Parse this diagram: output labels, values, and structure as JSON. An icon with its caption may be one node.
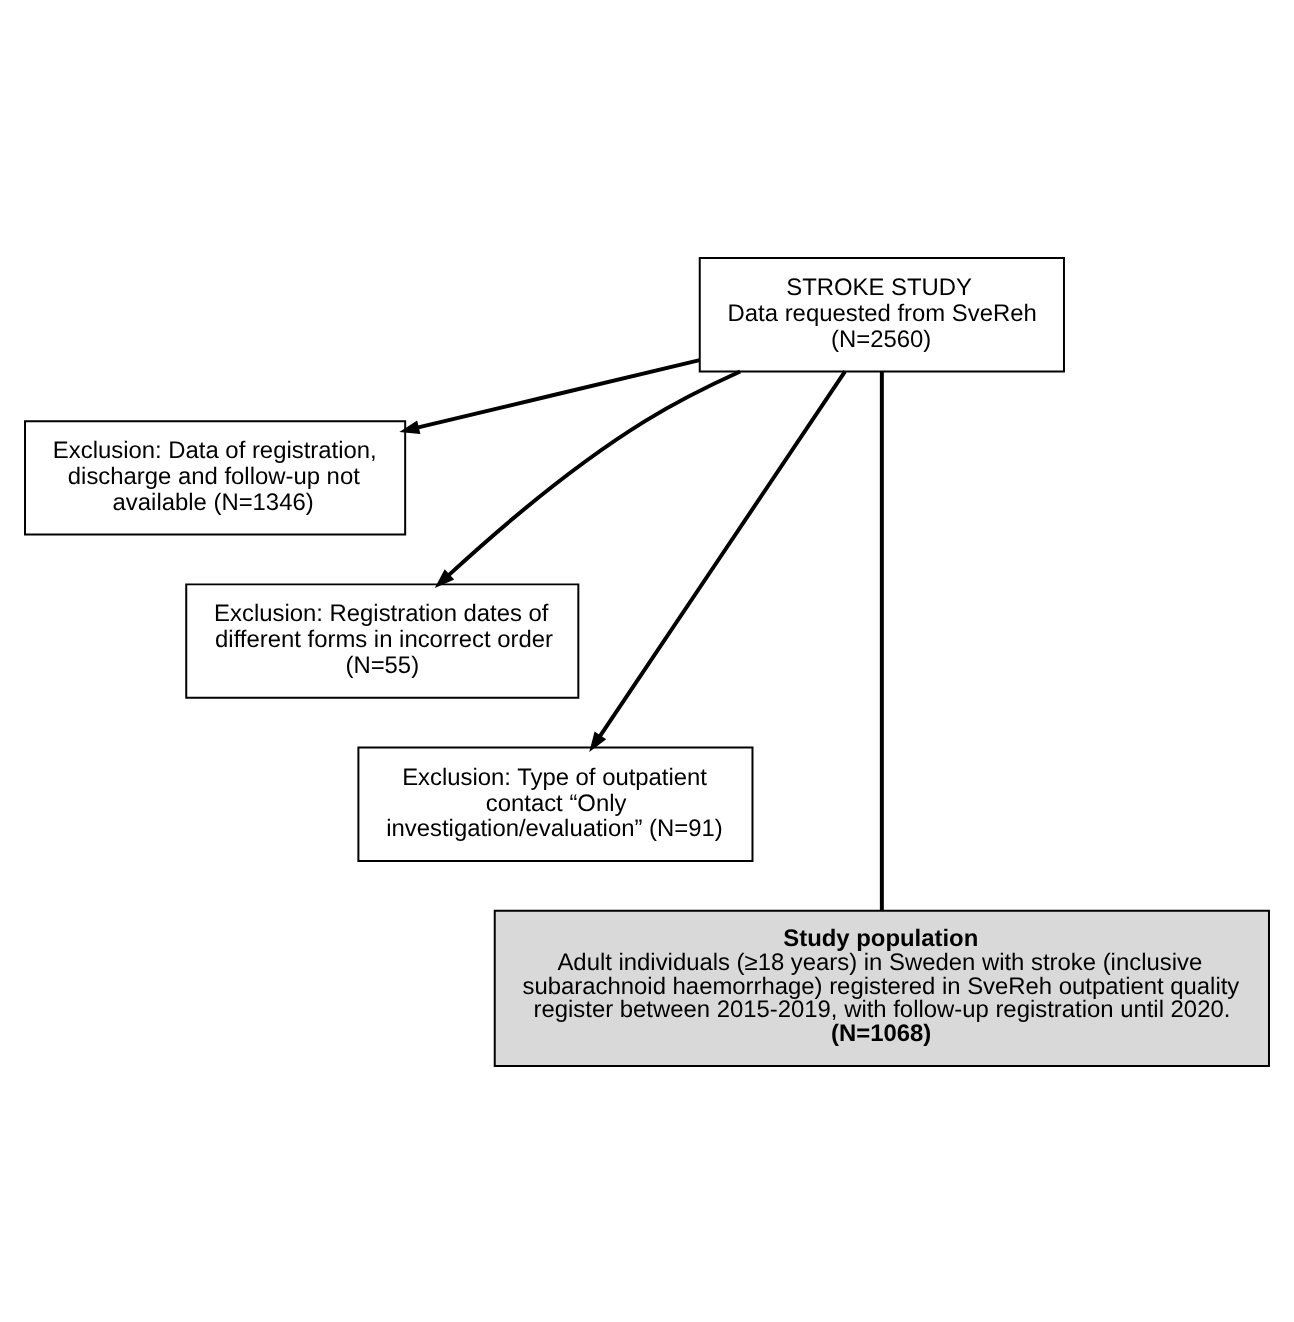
{
  "diagram": {
    "nodes": [
      {
        "text": [
          "STROKE STUDY",
          "Data requested from SveReh",
          "(N=2560)"
        ]
      },
      {
        "text": [
          "Exclusion: Data of registration, discharge and follow-up not available (N=1346)"
        ]
      },
      {
        "text": [
          "Exclusion: Registration dates of different forms in incorrect order (N=55)"
        ]
      },
      {
        "text": [
          "Exclusion: Type of outpatient contact “Only investigation/evaluation” (N=91)"
        ]
      },
      {
        "text": [
          "Study population",
          "Adult individuals (≥18 years) in Sweden with stroke (inclusive subarachnoid haemorrhage) registered in SveReh outpatient quality register between 2015-2019, with follow-up registration until 2020.",
          "(N=1068)"
        ]
      }
    ],
    "edges": [
      {
        "from": 0,
        "to": 1,
        "arrow": "to"
      },
      {
        "from": 0,
        "to": 2,
        "arrow": "to"
      },
      {
        "from": 0,
        "to": 3,
        "arrow": "to"
      },
      {
        "from": 0,
        "to": 4,
        "arrow": "none"
      }
    ]
  }
}
